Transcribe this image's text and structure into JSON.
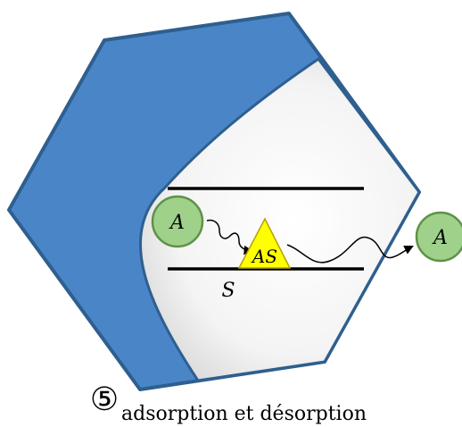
{
  "labels": {
    "molecule_in": "A",
    "molecule_out": "A",
    "adsorbed_species": "AS",
    "surface": "S"
  },
  "caption": {
    "step_number": "⑤",
    "text": "adsorption et désorption"
  },
  "colors": {
    "pore_wall": "#4a86c7",
    "pore_wall_stroke": "#2e5f8f",
    "interior_light": "#ffffff",
    "interior_dark": "#e4e4e4",
    "molecule_fill": "#9fd18b",
    "molecule_stroke": "#5f9148",
    "adsorbed_fill": "#ffff00",
    "adsorbed_stroke": "#b5a100"
  }
}
